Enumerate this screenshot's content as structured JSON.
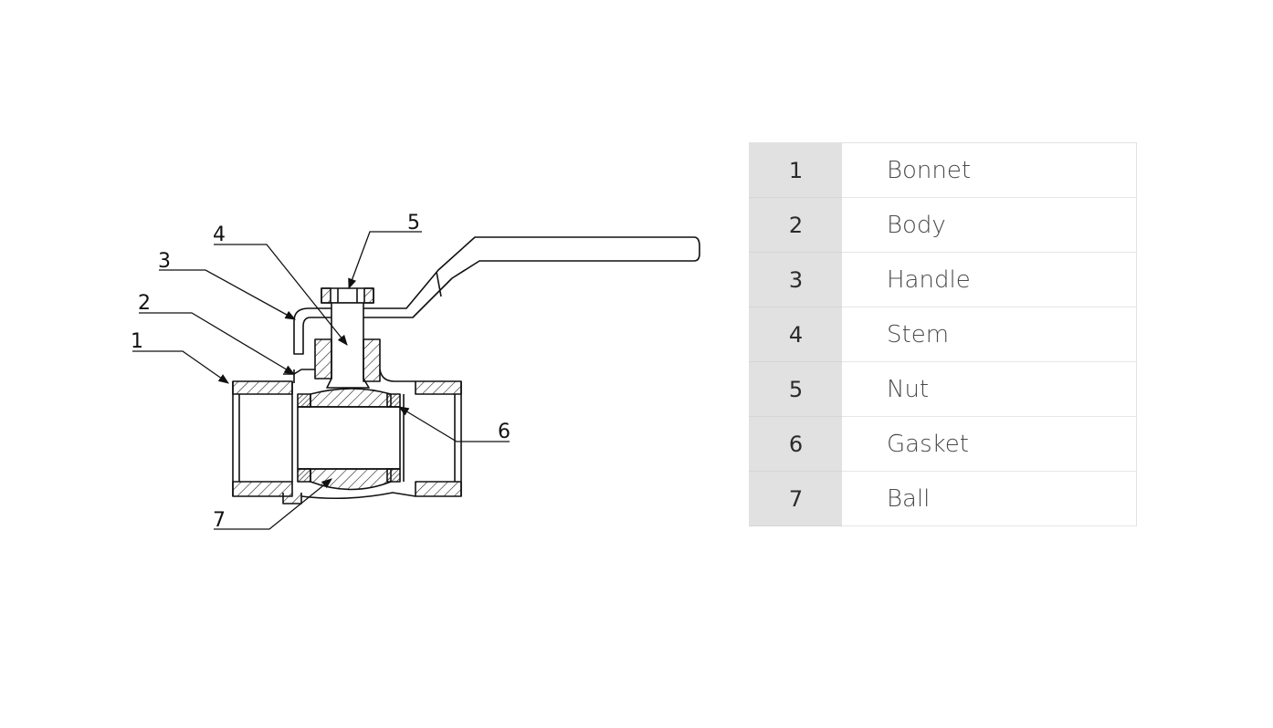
{
  "callouts": [
    "1",
    "2",
    "3",
    "4",
    "5",
    "6",
    "7"
  ],
  "parts": [
    {
      "number": "1",
      "name": "Bonnet"
    },
    {
      "number": "2",
      "name": "Body"
    },
    {
      "number": "3",
      "name": "Handle"
    },
    {
      "number": "4",
      "name": "Stem"
    },
    {
      "number": "5",
      "name": "Nut"
    },
    {
      "number": "6",
      "name": "Gasket"
    },
    {
      "number": "7",
      "name": "Ball"
    }
  ]
}
